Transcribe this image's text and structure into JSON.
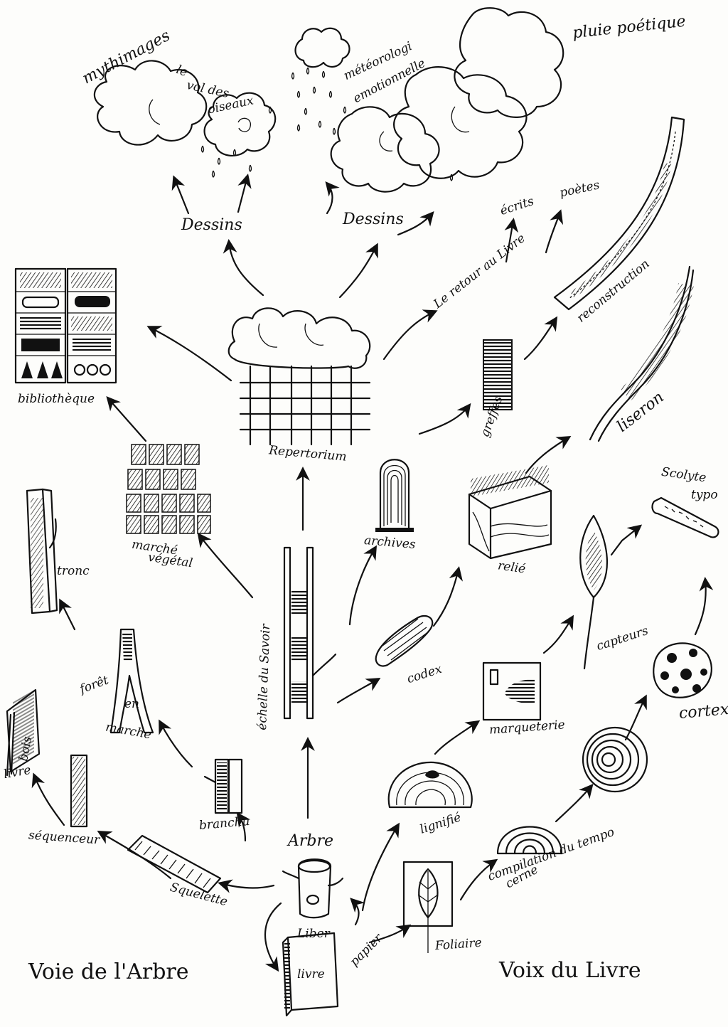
{
  "corner_labels": {
    "left": "Voie de l'Arbre",
    "right": "Voix du Livre"
  },
  "nodes": {
    "mythimages": "mythimages",
    "vol_des_oiseaux_1": "le",
    "vol_des_oiseaux_2": "vol des",
    "vol_des_oiseaux_3": "oiseaux",
    "meteorologie_1": "météorologi",
    "meteorologie_2": "emotionnelle",
    "pluie_poetique": "pluie poétique",
    "dessins_left": "Dessins",
    "dessins_right": "Dessins",
    "ecrits": "écrits",
    "poetes": "poètes",
    "retour_au_livre": "Le retour au Livre",
    "reconstruction": "reconstruction",
    "bibliotheque": "bibliothèque",
    "repertorium": "Repertorium",
    "greffes": "greffes",
    "liseron": "liseron",
    "scolyte_1": "Scolyte",
    "scolyte_2": "typo",
    "marche_vegetal_1": "marché",
    "marche_vegetal_2": "végétal",
    "archives": "archives",
    "relie": "relié",
    "tronc": "tronc",
    "echelle_du_savoir": "échelle du Savoir",
    "capteurs": "capteurs",
    "codex": "codex",
    "foret_1": "forêt",
    "foret_2": "en",
    "foret_3": "marche",
    "cortex": "cortex",
    "marqueterie": "marqueterie",
    "livre_bois_1": "livre",
    "livre_bois_2": "bois",
    "lignifie": "lignifié",
    "branchu": "branchu",
    "sequenceur": "séquenceur",
    "arbre": "Arbre",
    "cerne": "cerne",
    "compilation": "compilation du tempo",
    "squelette": "Squelette",
    "liber": "Liber",
    "papier": "papier",
    "foliaire": "Foliaire",
    "livre_book": "livre"
  }
}
